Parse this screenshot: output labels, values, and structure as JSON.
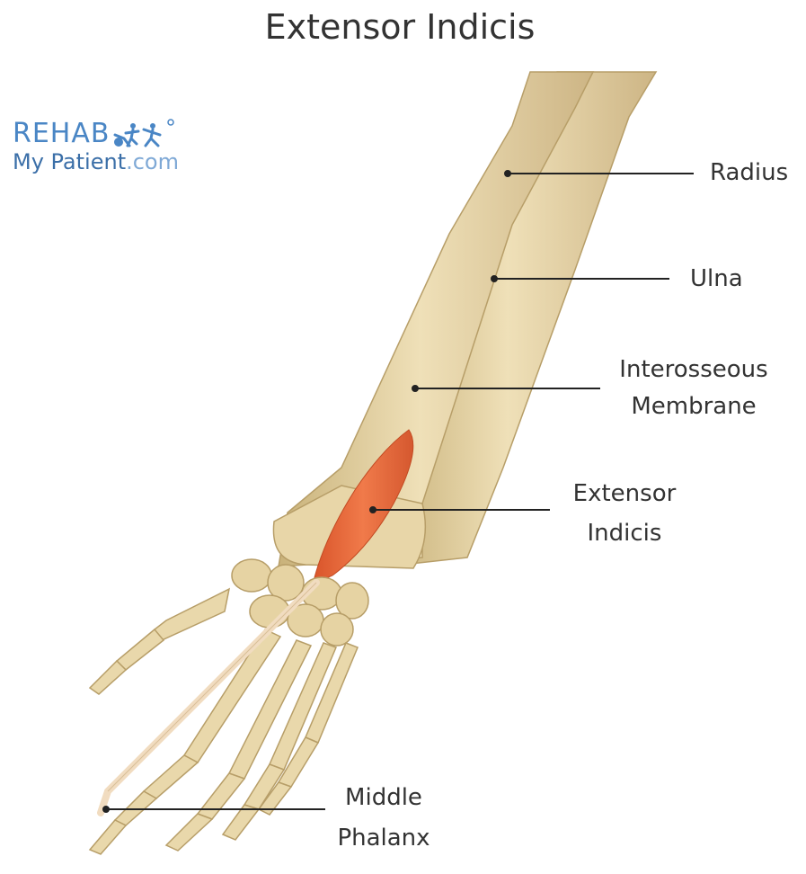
{
  "title": "Extensor Indicis",
  "logo": {
    "line1": "REHAB",
    "line2": "My Patient",
    "line2_suffix": ".com"
  },
  "labels": [
    {
      "id": "radius",
      "text": "Radius"
    },
    {
      "id": "ulna",
      "text": "Ulna"
    },
    {
      "id": "interosseous-1",
      "text": "Interosseous"
    },
    {
      "id": "interosseous-2",
      "text": "Membrane"
    },
    {
      "id": "extensor-1",
      "text": "Extensor"
    },
    {
      "id": "extensor-2",
      "text": "Indicis"
    },
    {
      "id": "middle-1",
      "text": "Middle"
    },
    {
      "id": "middle-2",
      "text": "Phalanx"
    }
  ],
  "colors": {
    "bone": "#e6d3a3",
    "bone_shade": "#c9b27a",
    "muscle": "#ea6a3c",
    "tendon": "#f1dcc0",
    "membrane": "#d7ddd2",
    "logo_blue": "#4a86c5"
  }
}
